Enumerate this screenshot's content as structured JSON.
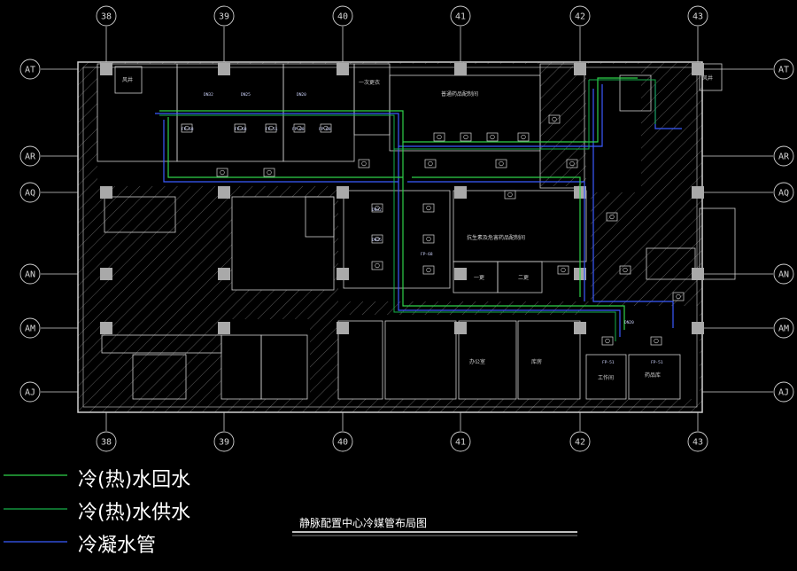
{
  "axes": {
    "columns": [
      "38",
      "39",
      "40",
      "41",
      "42",
      "43"
    ],
    "rows": [
      "AT",
      "AR",
      "AQ",
      "AN",
      "AM",
      "AJ"
    ]
  },
  "legend": [
    {
      "label": "冷(热)水回水",
      "color": "#2fd24a"
    },
    {
      "label": "冷(热)水供水",
      "color": "#16b04a"
    },
    {
      "label": "冷凝水管",
      "color": "#3b5bff"
    }
  ],
  "title": "静脉配置中心冷媒管布局图",
  "rooms": [
    {
      "id": "r1",
      "label": "风井"
    },
    {
      "id": "r2",
      "label": "一次更衣"
    },
    {
      "id": "r3",
      "label": "普通药品配制间"
    },
    {
      "id": "r4",
      "label": "抗生素及危害药品配制间"
    },
    {
      "id": "r5",
      "label": "一更"
    },
    {
      "id": "r6",
      "label": "二更"
    },
    {
      "id": "r7",
      "label": "工作间"
    },
    {
      "id": "r8",
      "label": "药品库"
    },
    {
      "id": "r9",
      "label": "办公室"
    },
    {
      "id": "r10",
      "label": "库房"
    },
    {
      "id": "r11",
      "label": "风井"
    }
  ],
  "labels": {
    "fcu": [
      "FP-68",
      "FP-68",
      "FP-51",
      "FP-68",
      "FP-68",
      "FP-68",
      "FP-51",
      "FP-51"
    ],
    "pipe": [
      "DN32",
      "DN25",
      "DN20",
      "DN32",
      "DN25",
      "DN20"
    ]
  },
  "colors": {
    "wall": "#cfcfcf",
    "column": "#a9a9a9",
    "return": "#2fd24a",
    "supply": "#16b04a",
    "condensate": "#3b5bff",
    "grid": "#cfcfcf",
    "hatch": "#5a5a5a"
  }
}
